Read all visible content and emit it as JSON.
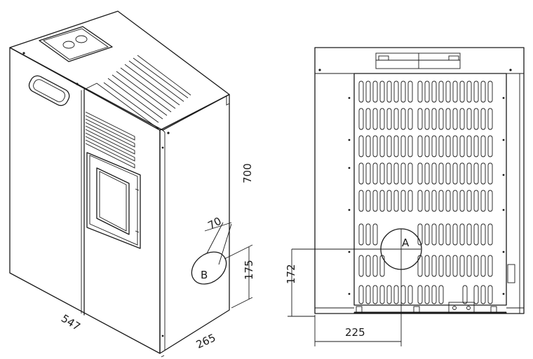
{
  "dimensions": {
    "height": "700",
    "width": "547",
    "depth": "265",
    "outlet_diameter": "70",
    "outlet_b_height": "175",
    "outlet_a_height": "172",
    "outlet_a_offset": "225"
  },
  "labels": {
    "outlet_a": "A",
    "outlet_b": "B"
  },
  "colors": {
    "line": "#1a1a1a",
    "background": "#ffffff"
  }
}
